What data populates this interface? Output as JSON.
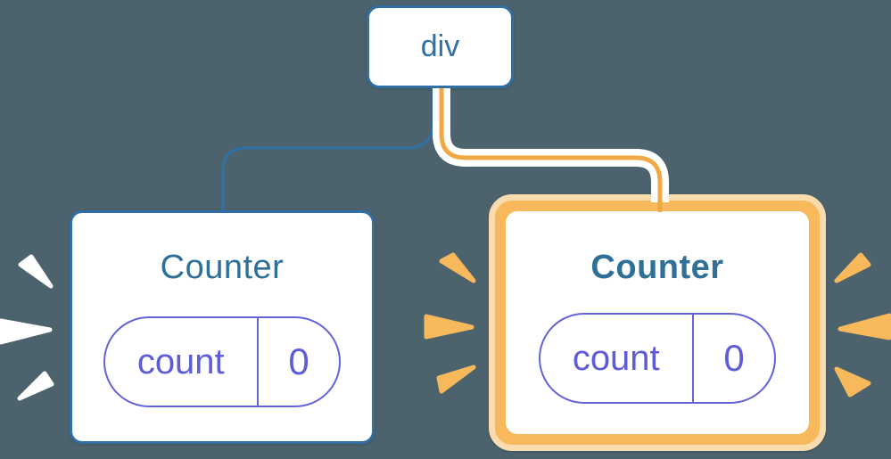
{
  "diagram": {
    "description": "React component tree: a div root with two Counter children; the right Counter is highlighted (re-rendering) with orange bursts, the left has white bursts",
    "root_node": {
      "label": "div"
    },
    "nodes": [
      {
        "title": "Counter",
        "state_key": "count",
        "state_value": "0",
        "highlighted": false,
        "burst_color": "white"
      },
      {
        "title": "Counter",
        "state_key": "count",
        "state_value": "0",
        "highlighted": true,
        "burst_color": "orange"
      }
    ]
  },
  "colors": {
    "background": "#4C636D",
    "node-border-blue": "#3070A6",
    "node-title": "#2F7098",
    "state-border": "#6462D8",
    "state-text": "#5E5CD8",
    "highlight-orange": "#F8B95C",
    "highlight-orange-pale": "#FBDCAE",
    "connector-orange": "#F2A843",
    "burst-white": "#FFFFFF"
  }
}
